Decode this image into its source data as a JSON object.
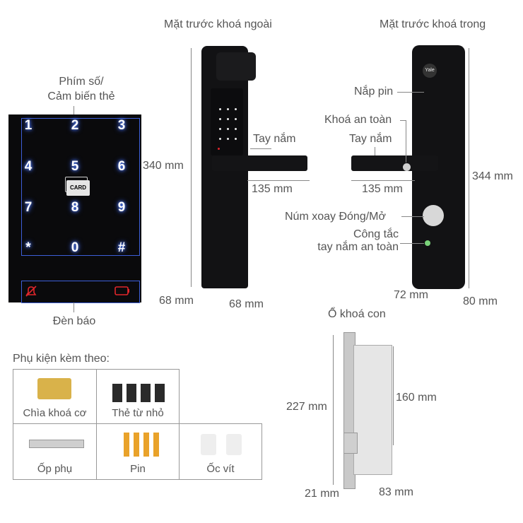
{
  "titles": {
    "outer_front": "Mặt trước khoá ngoài",
    "inner_front": "Mặt trước khoá trong",
    "keypad_label_line1": "Phím số/",
    "keypad_label_line2": "Cảm biến thẻ",
    "indicator_light": "Đèn báo",
    "mortise": "Ổ khoá con",
    "accessories": "Phụ kiện kèm theo:"
  },
  "keypad": {
    "keys": [
      "1",
      "2",
      "3",
      "4",
      "5",
      "6",
      "7",
      "8",
      "9",
      "*",
      "0",
      "#"
    ],
    "card_text": "CARD"
  },
  "outer": {
    "handle_label": "Tay nắm",
    "height": "340 mm",
    "handle_length": "135 mm",
    "width": "68 mm",
    "depth": "68 mm"
  },
  "inner": {
    "battery_cover": "Nắp pin",
    "safety_lock": "Khoá an toàn",
    "handle_label": "Tay nắm",
    "handle_length": "135 mm",
    "height": "344 mm",
    "knob": "Núm xoay  Đóng/Mở",
    "switch_line1": "Công tắc",
    "switch_line2": "tay nắm an toàn",
    "width": "72 mm",
    "depth": "80 mm",
    "brand": "Yale"
  },
  "mortise_dims": {
    "height": "227 mm",
    "body_height": "160 mm",
    "plate_width": "21 mm",
    "depth": "83 mm"
  },
  "accessory_items": [
    {
      "name": "Chìa khoá cơ"
    },
    {
      "name": "Thẻ từ nhỏ"
    },
    {
      "name": "Ốp phụ"
    },
    {
      "name": "Pin"
    },
    {
      "name": "Ốc vít"
    }
  ],
  "colors": {
    "keypad_glow": "#3d66ff",
    "alarm_red": "#e0262b",
    "lock_body": "#121214"
  }
}
